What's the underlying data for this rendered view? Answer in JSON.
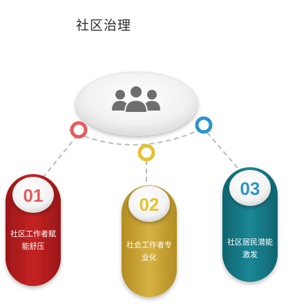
{
  "title": "社区治理",
  "hub": {
    "icon": "group-people-icon"
  },
  "pillars": [
    {
      "number": "01",
      "label": "社区工作者赋能舒压",
      "color": "#b81e1f",
      "dot_color": "#e85a5a"
    },
    {
      "number": "02",
      "label": "社会工作者专业化",
      "color": "#caa434",
      "dot_color": "#e6c12c"
    },
    {
      "number": "03",
      "label": "社区居民潜能激发",
      "color": "#157a86",
      "dot_color": "#2b95c9"
    }
  ]
}
